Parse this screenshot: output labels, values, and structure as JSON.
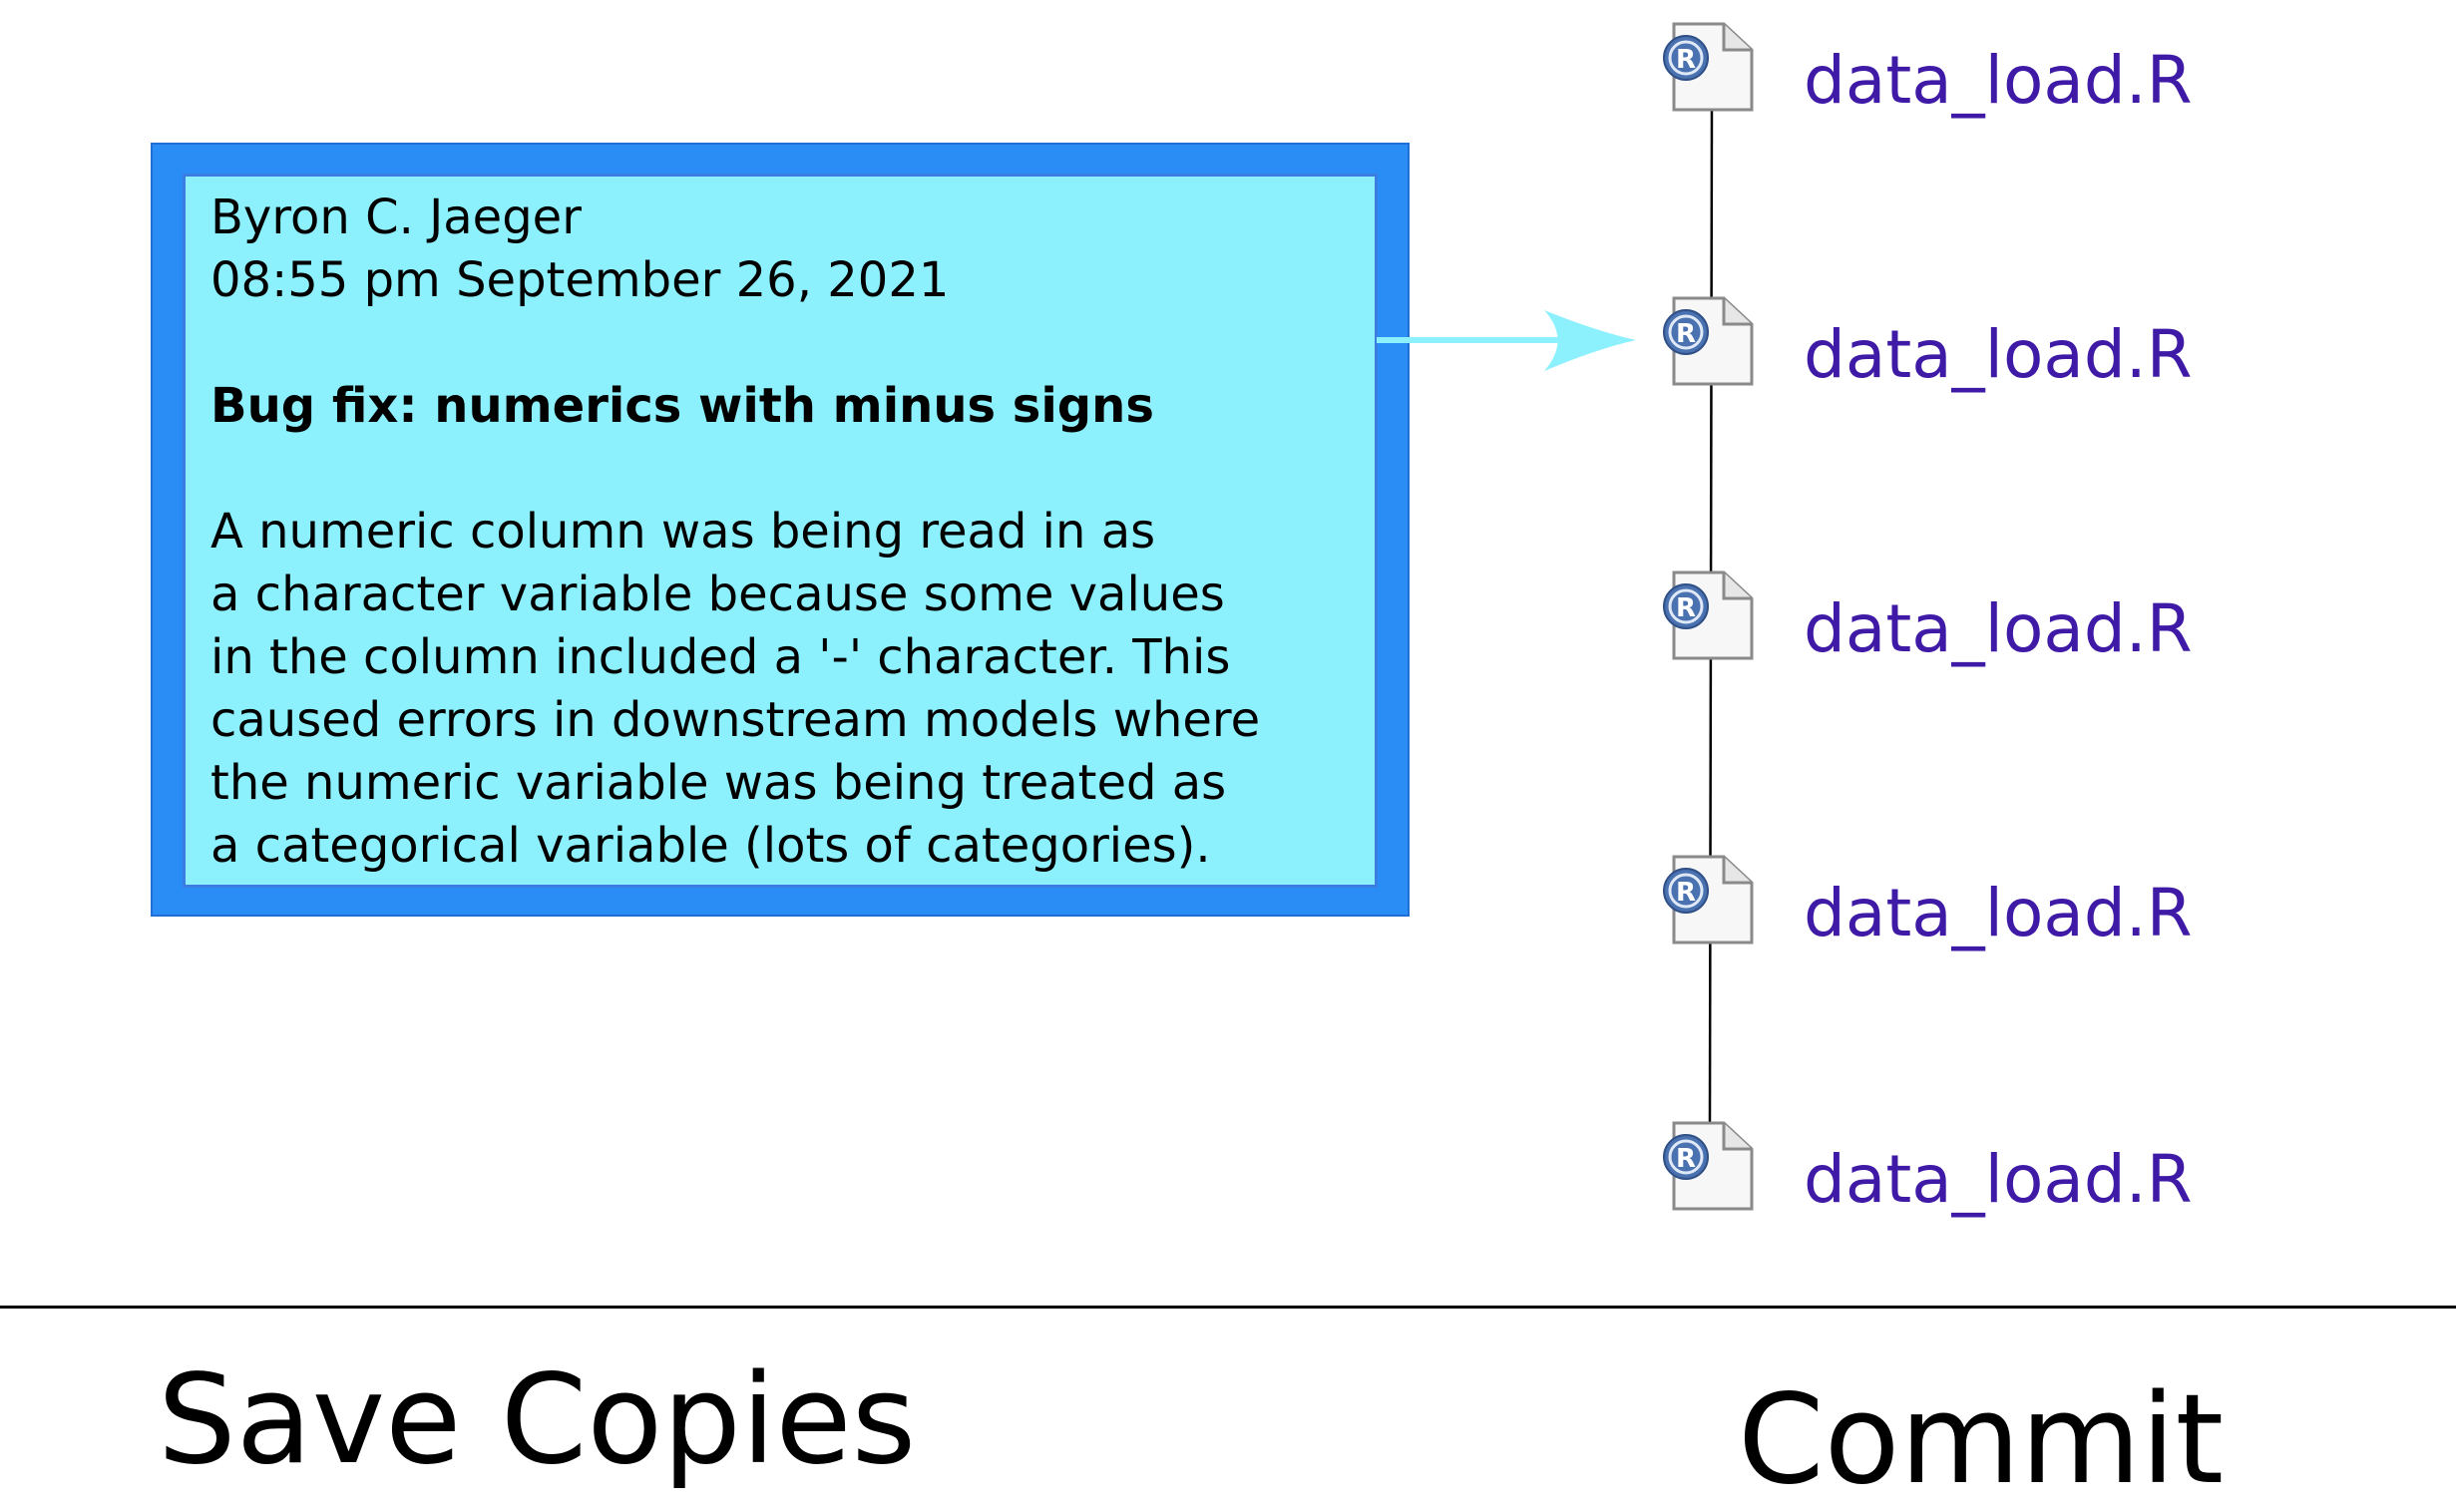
{
  "note": {
    "author": "Byron C. Jaeger",
    "timestamp": "08:55 pm September 26, 2021",
    "title": "Bug fix: numerics with minus signs",
    "body_lines": [
      "A numeric column was being read in as",
      "a character variable because some values",
      "in the column included a '-' character. This",
      "caused errors in downstream models where",
      "the numeric variable was being treated as",
      "a categorical variable (lots of categories)."
    ]
  },
  "files": [
    {
      "label": "data_load.R",
      "icon": "r-script-file-icon"
    },
    {
      "label": "data_load.R",
      "icon": "r-script-file-icon"
    },
    {
      "label": "data_load.R",
      "icon": "r-script-file-icon"
    },
    {
      "label": "data_load.R",
      "icon": "r-script-file-icon"
    },
    {
      "label": "data_load.R",
      "icon": "r-script-file-icon"
    }
  ],
  "icon_badge_letter": "R",
  "sections": {
    "left": "Save Copies",
    "right": "Commit"
  },
  "colors": {
    "note_outer": "#2a8cf5",
    "note_inner": "#8df1fd",
    "arrow": "#8df1fd",
    "file_label": "#3e1aa6",
    "r_badge": "#4a72b0"
  }
}
